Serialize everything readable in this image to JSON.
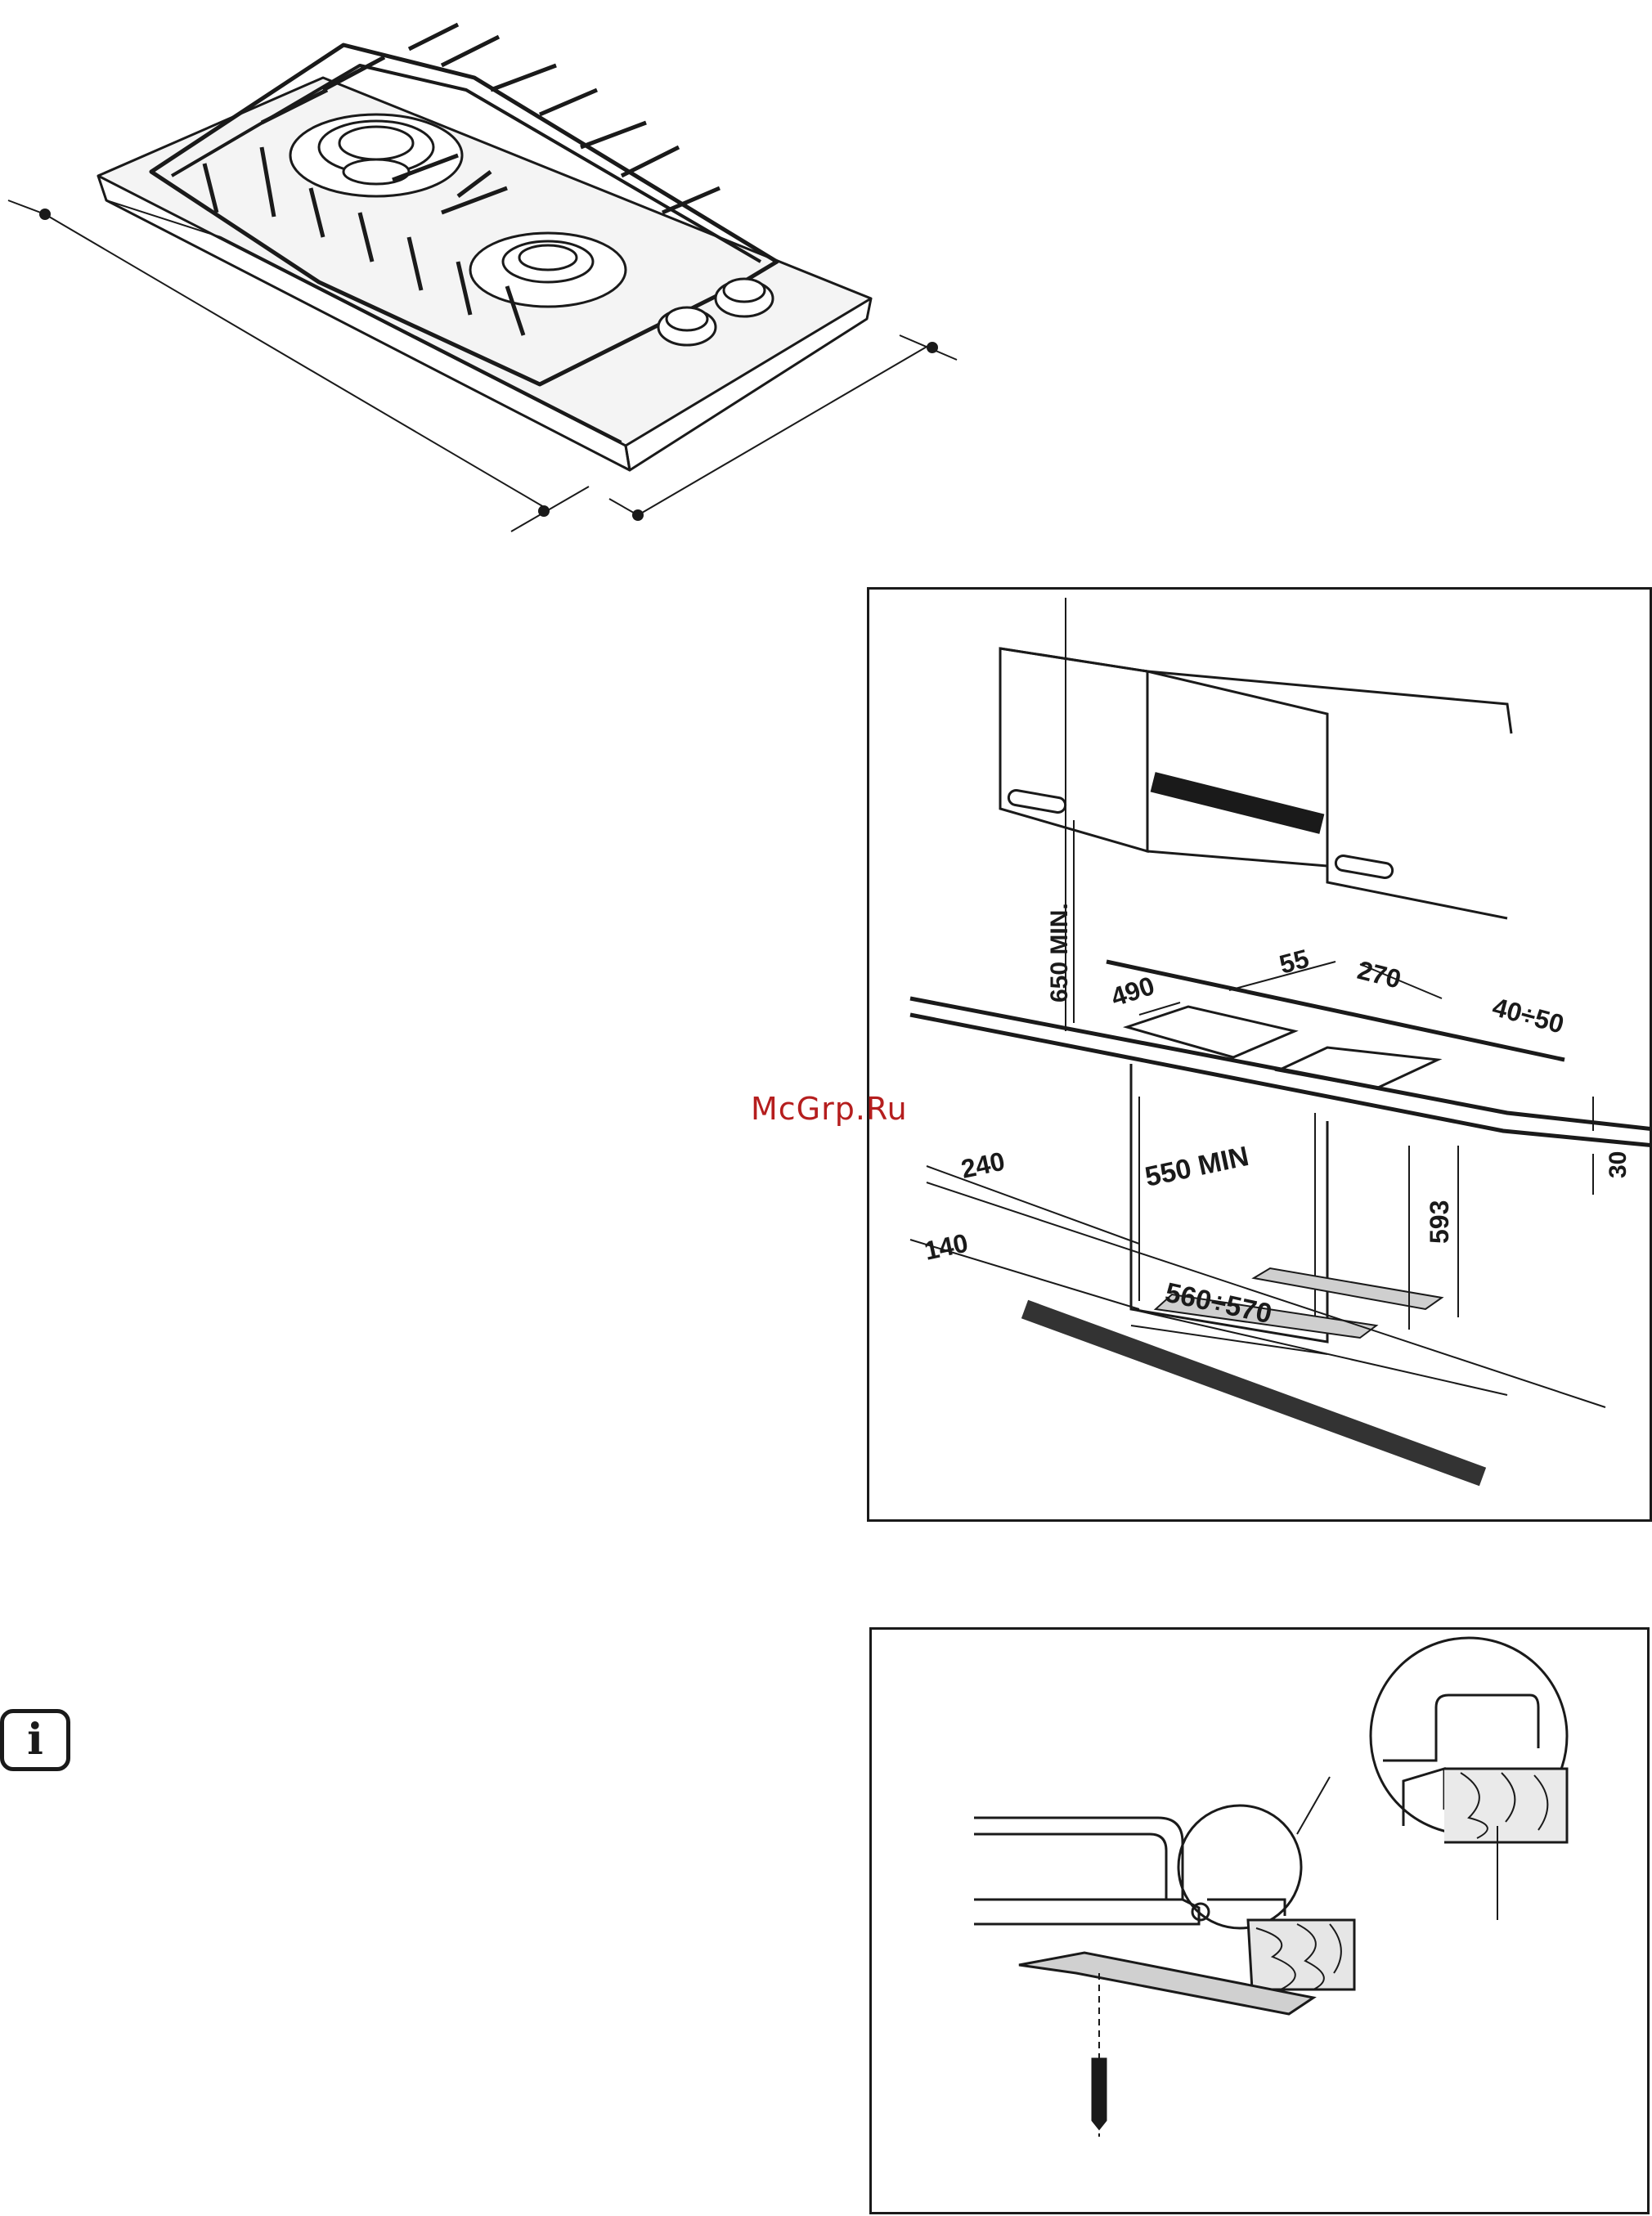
{
  "watermark": "McGrp.Ru",
  "info_icon": {
    "glyph": "i",
    "name": "info-icon"
  },
  "installation_diagram": {
    "labels": {
      "min_height": "650 MIN.",
      "d490": "490",
      "d55": "55",
      "d270": "270",
      "d40_50": "40÷50",
      "d30": "30",
      "d550": "550 MIN",
      "d240": "240",
      "d140": "140",
      "d593": "593",
      "d560_570": "560÷570"
    }
  },
  "colors": {
    "ink": "#1a1a1a",
    "watermark": "#b51e1e"
  }
}
